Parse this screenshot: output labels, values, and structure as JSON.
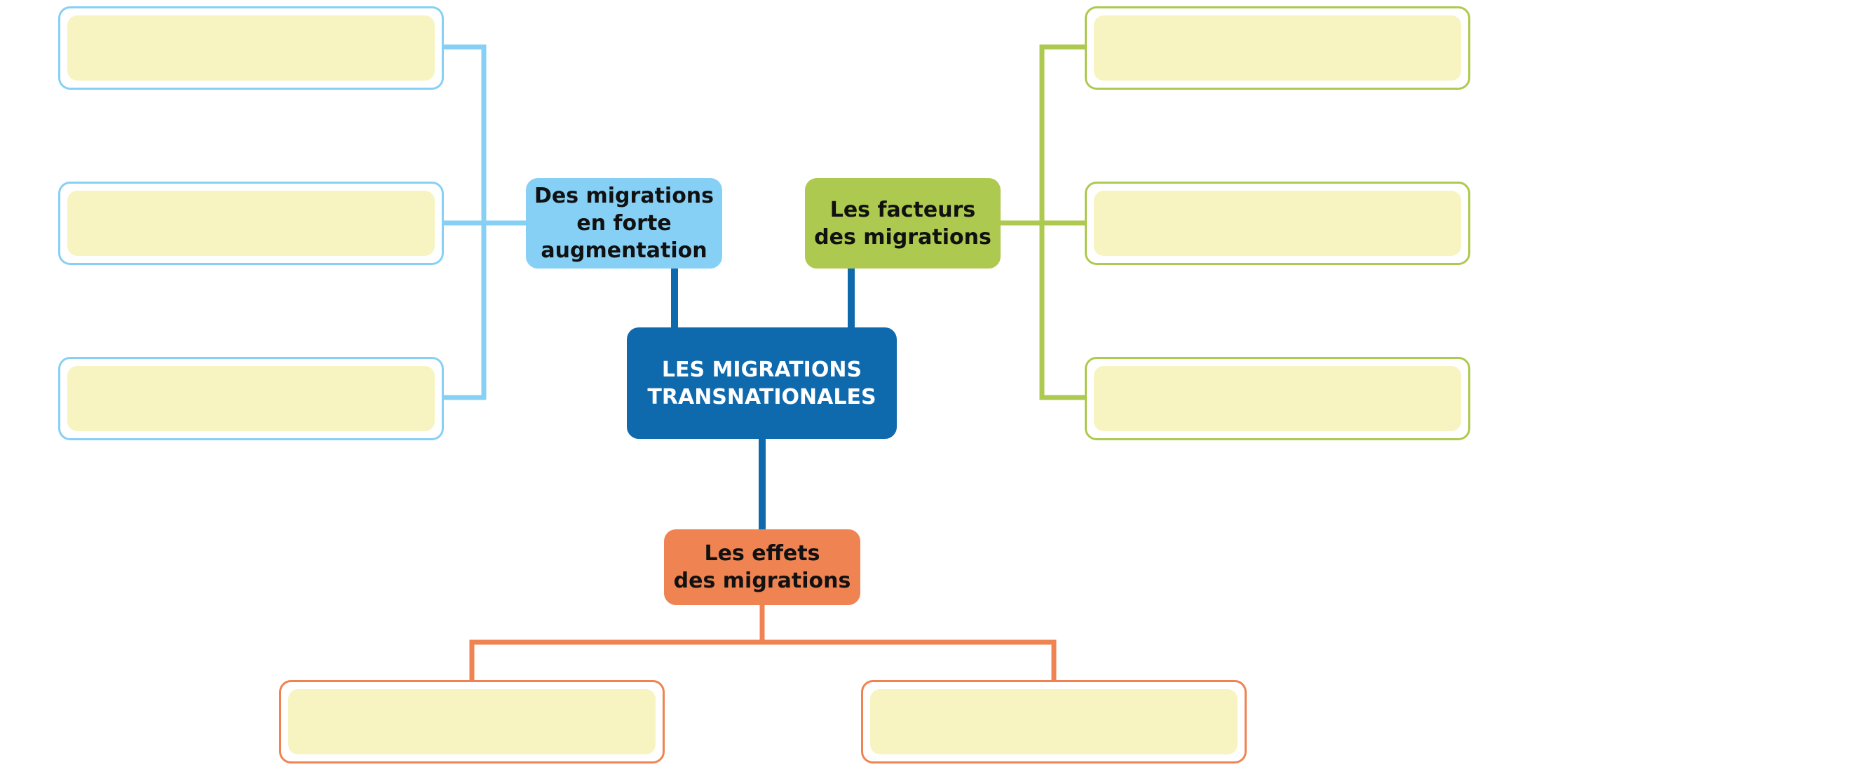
{
  "colors": {
    "center": "#0f69ad",
    "blue_branch": "#87d0f5",
    "green_branch": "#adc94f",
    "orange_branch": "#ef8352",
    "answer_fill": "#f7f4c2"
  },
  "center": {
    "line1": "LES MIGRATIONS",
    "line2": "TRANSNATIONALES"
  },
  "branches": {
    "augmentation": {
      "line1": "Des migrations",
      "line2": "en forte",
      "line3": "augmentation"
    },
    "facteurs": {
      "line1": "Les facteurs",
      "line2": "des migrations"
    },
    "effets": {
      "line1": "Les effets",
      "line2": "des migrations"
    }
  },
  "answer_boxes": {
    "augmentation": [
      "",
      "",
      ""
    ],
    "facteurs": [
      "",
      "",
      ""
    ],
    "effets": [
      "",
      ""
    ]
  }
}
